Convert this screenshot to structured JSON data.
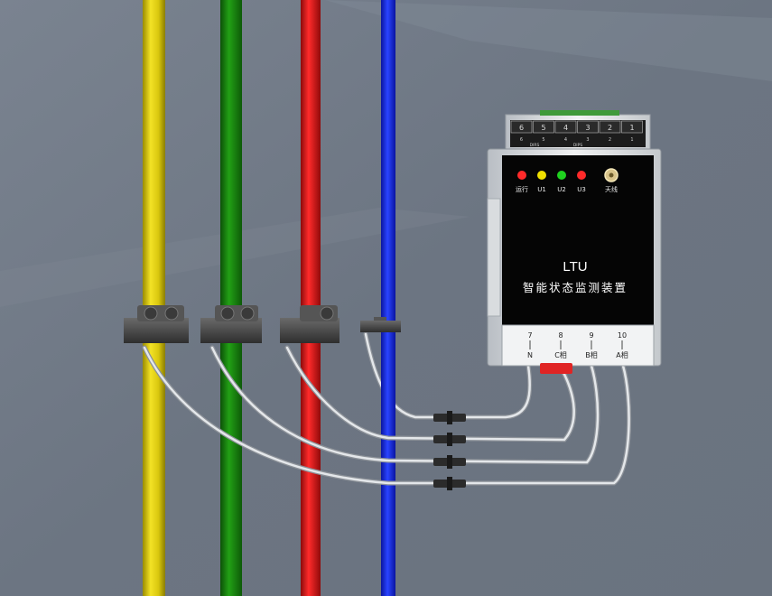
{
  "device": {
    "model": "LTU",
    "name": "智能状态监测装置",
    "indicators": [
      {
        "label": "运行",
        "color": "#ff2a2a"
      },
      {
        "label": "U1",
        "color": "#f0e000"
      },
      {
        "label": "U2",
        "color": "#1fd11f"
      },
      {
        "label": "U3",
        "color": "#ff2a2a"
      }
    ],
    "antenna_label": "天线",
    "top_terminals": [
      "6",
      "5",
      "4",
      "3",
      "2",
      "1"
    ],
    "top_sub_labels": [
      "6",
      "5",
      "4",
      "3",
      "2",
      "1"
    ],
    "top_group_labels": [
      "DIRS",
      "DIPS"
    ],
    "bottom_terminals": [
      {
        "number": "7",
        "label": "N"
      },
      {
        "number": "8",
        "label": "C相"
      },
      {
        "number": "9",
        "label": "B相"
      },
      {
        "number": "10",
        "label": "A相"
      }
    ]
  },
  "phase_colors": {
    "a": "#e4d21a",
    "b": "#1a8a12",
    "c": "#e11c1c",
    "n": "#1a2ff0"
  }
}
